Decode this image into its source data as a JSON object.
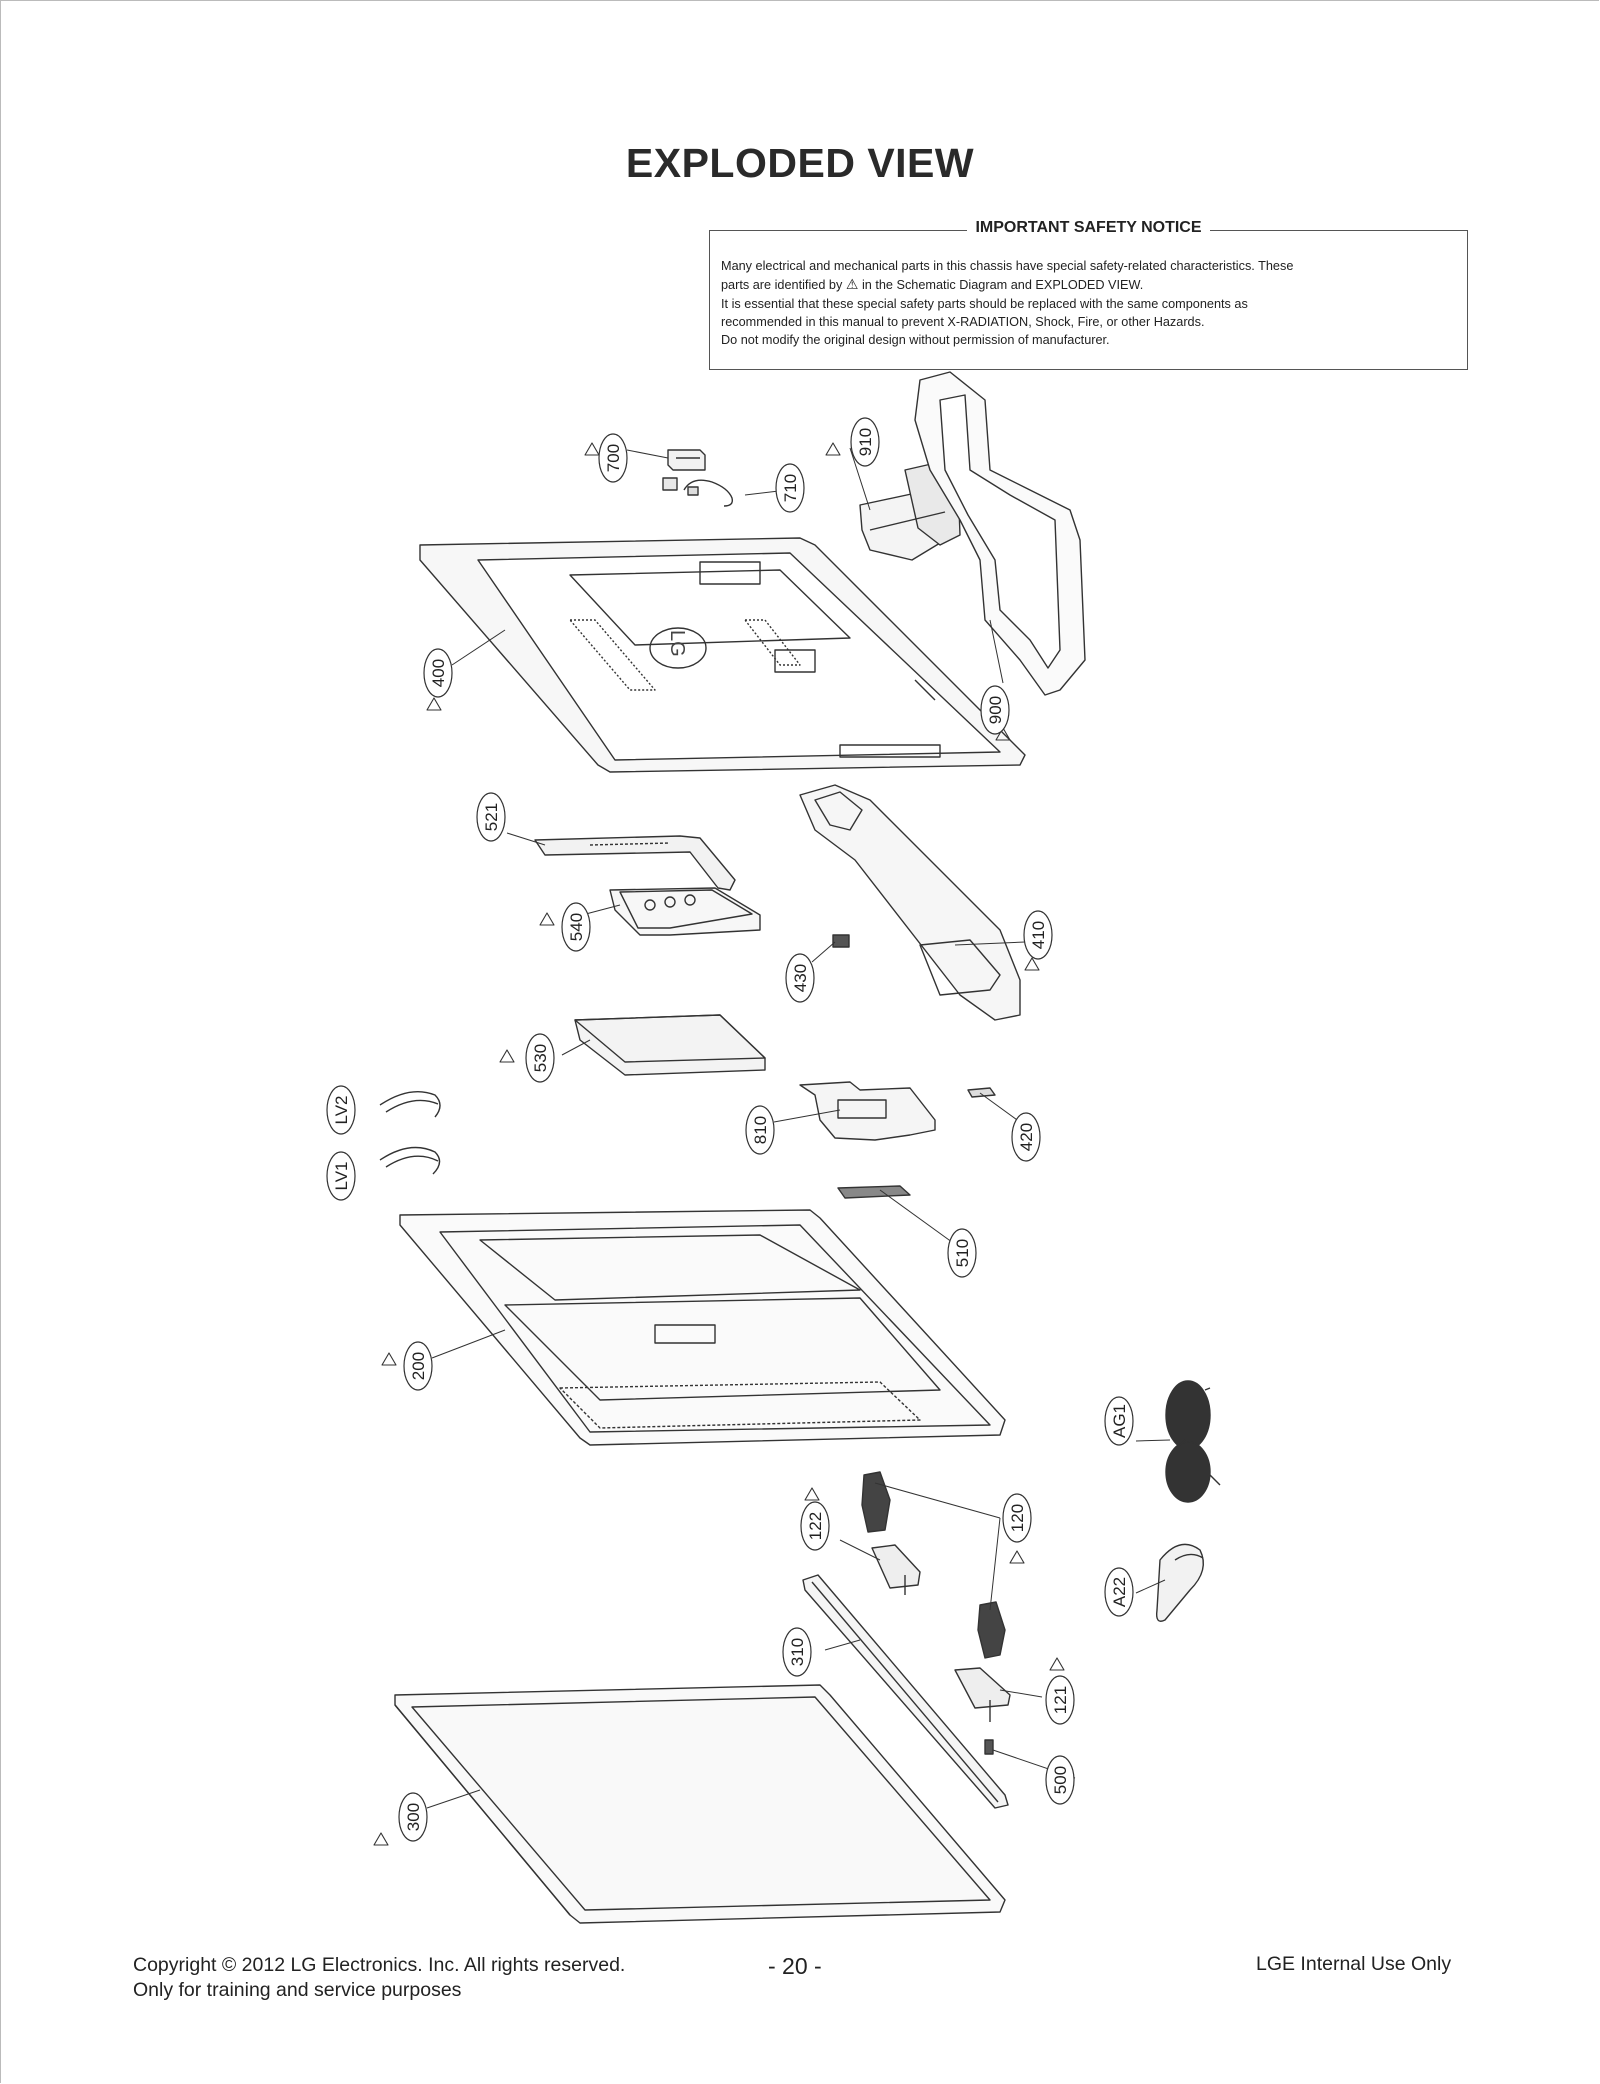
{
  "page": {
    "title": "EXPLODED VIEW"
  },
  "notice": {
    "heading": "IMPORTANT SAFETY NOTICE",
    "line1": "Many electrical and mechanical parts in this chassis have special safety-related characteristics. These",
    "line2_pre": "parts are identified by",
    "line2_post": "in the Schematic Diagram and EXPLODED VIEW.",
    "line3": "It is essential that these special safety parts should be replaced with the same components as",
    "line4": "recommended in this manual to prevent X-RADIATION, Shock, Fire, or other Hazards.",
    "line5": "Do not modify the original design without permission of manufacturer.",
    "warning_glyph": "⚠"
  },
  "parts": {
    "p700": "700",
    "p710": "710",
    "p910": "910",
    "p900": "900",
    "p400": "400",
    "p521": "521",
    "p540": "540",
    "p430": "430",
    "p410": "410",
    "p530": "530",
    "pLV2": "LV2",
    "pLV1": "LV1",
    "p810": "810",
    "p420": "420",
    "p510": "510",
    "p200": "200",
    "pAG1": "AG1",
    "p122": "122",
    "p120": "120",
    "pA22": "A22",
    "p310": "310",
    "p121": "121",
    "p500": "500",
    "p300": "300"
  },
  "logo_text": "LG",
  "footer": {
    "copyright": "Copyright  © 2012  LG Electronics. Inc. All rights reserved.",
    "training": "Only for training and service purposes",
    "page_number": "- 20 -",
    "internal": "LGE Internal Use Only"
  }
}
